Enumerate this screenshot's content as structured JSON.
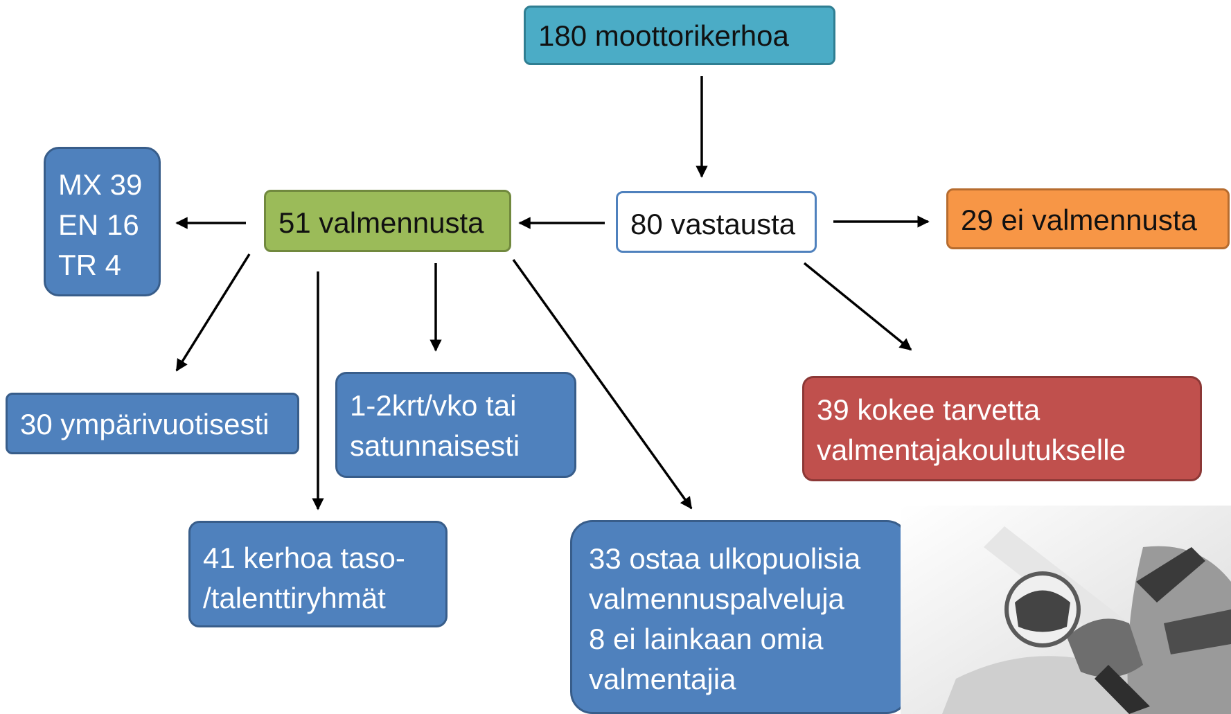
{
  "nodes": {
    "clubs": {
      "lines": [
        "180 moottorikerhoa"
      ]
    },
    "responses": {
      "lines": [
        "80 vastausta"
      ]
    },
    "no_coaching": {
      "lines": [
        "29 ei valmennusta"
      ]
    },
    "coaching": {
      "lines": [
        "51 valmennusta"
      ]
    },
    "disciplines": {
      "lines": [
        "MX 39",
        "EN 16",
        "TR 4"
      ]
    },
    "year_round": {
      "lines": [
        "30 ympärivuotisesti"
      ]
    },
    "frequency": {
      "lines": [
        "1-2krt/vko tai",
        "satunnaisesti"
      ]
    },
    "talent_groups": {
      "lines": [
        "41 kerhoa taso-",
        "/talenttiryhmät"
      ]
    },
    "external": {
      "lines": [
        "33 ostaa ulkopuolisia",
        "valmennuspalveluja",
        "8 ei lainkaan omia",
        "valmentajia"
      ]
    },
    "training_need": {
      "lines": [
        "39 kokee tarvetta",
        "valmentajakoulutukselle"
      ]
    }
  },
  "colors": {
    "teal": "#4bacc6",
    "green": "#9bbb59",
    "orange": "#f79646",
    "blue": "#4f81bd",
    "red": "#c0504d",
    "white": "#ffffff"
  },
  "decoration": {
    "photo": "motorcycle-rider-photo"
  }
}
